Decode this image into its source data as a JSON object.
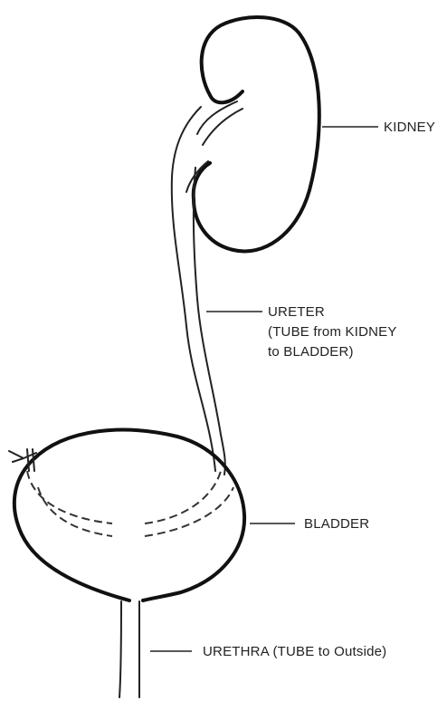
{
  "labels": {
    "kidney": "KIDNEY",
    "ureter_line1": "URETER",
    "ureter_line2": "(TUBE from KIDNEY",
    "ureter_line3": "to BLADDER)",
    "bladder": "BLADDER",
    "urethra": "URETHRA (TUBE to Outside)"
  }
}
